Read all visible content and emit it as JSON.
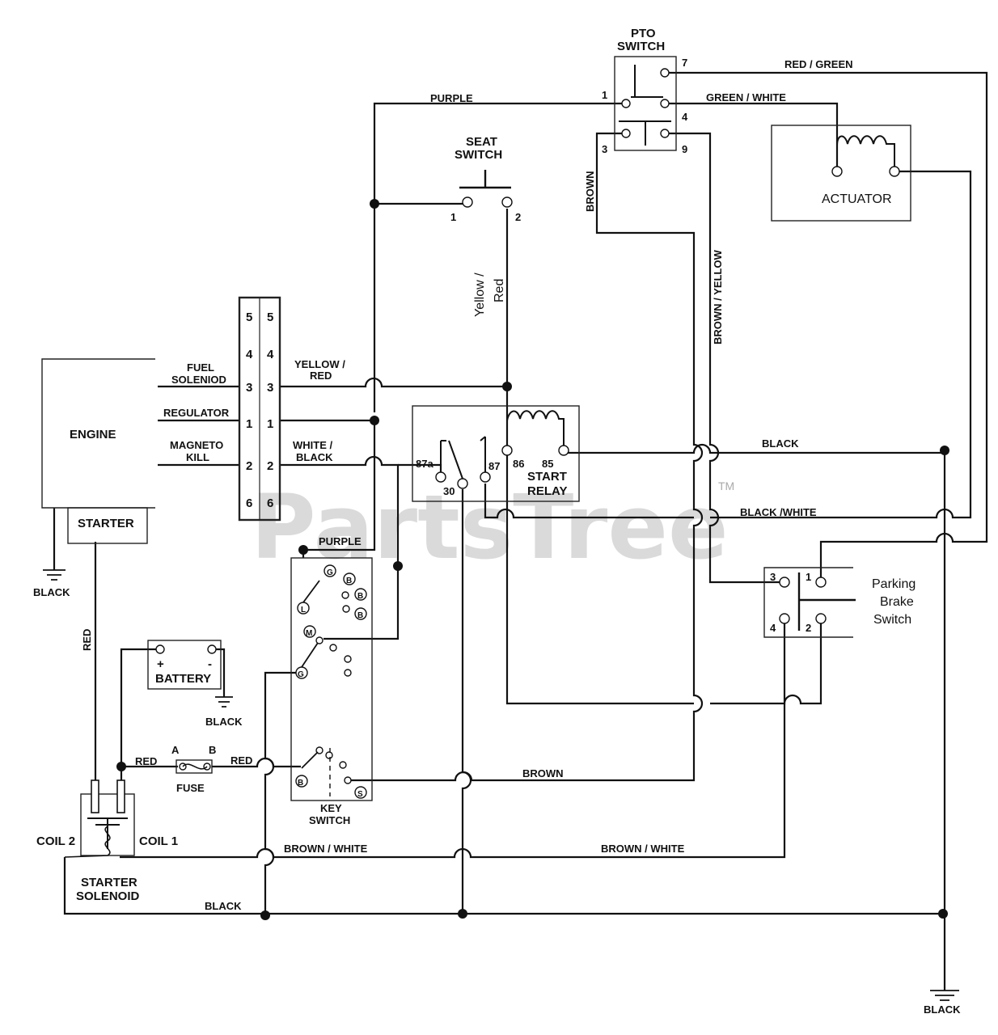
{
  "diagram": {
    "components": {
      "engine": "ENGINE",
      "starter": "STARTER",
      "battery": "BATTERY",
      "battery_plus": "+",
      "battery_minus": "-",
      "fuse": "FUSE",
      "fuse_a": "A",
      "fuse_b": "B",
      "starter_solenoid_1": "STARTER",
      "starter_solenoid_2": "SOLENOID",
      "coil1": "COIL 1",
      "coil2": "COIL 2",
      "key_switch_1": "KEY",
      "key_switch_2": "SWITCH",
      "seat_switch_1": "SEAT",
      "seat_switch_2": "SWITCH",
      "pto_switch_1": "PTO",
      "pto_switch_2": "SWITCH",
      "actuator": "ACTUATOR",
      "start_relay_1": "START",
      "start_relay_2": "RELAY",
      "parking_1": "Parking",
      "parking_2": "Brake",
      "parking_3": "Switch"
    },
    "engine_labels": {
      "fuel_1": "FUEL",
      "fuel_2": "SOLENIOD",
      "regulator": "REGULATOR",
      "magneto_1": "MAGNETO",
      "magneto_2": "KILL"
    },
    "connector_pins": [
      "5",
      "4",
      "3",
      "1",
      "2",
      "6"
    ],
    "relay_pins": {
      "p87a": "87a",
      "p30": "30",
      "p87": "87",
      "p86": "86",
      "p85": "85"
    },
    "pto_pins": {
      "p7": "7",
      "p1": "1",
      "p4": "4",
      "p3": "3",
      "p9": "9"
    },
    "seat_pins": {
      "p1": "1",
      "p2": "2"
    },
    "parking_pins": {
      "p3": "3",
      "p1": "1",
      "p4": "4",
      "p2": "2"
    },
    "key_terms": {
      "G": "G",
      "B": "B",
      "L": "L",
      "M": "M",
      "S": "S"
    },
    "wires": {
      "purple_top": "PURPLE",
      "purple_low": "PURPLE",
      "red_green": "RED / GREEN",
      "green_white": "GREEN / WHITE",
      "brown_v": "BROWN",
      "brown_yellow": "BROWN / YELLOW",
      "yellow_red_v1": "Yellow /",
      "yellow_red_v2": "Red",
      "yellow_red_1": "YELLOW /",
      "yellow_red_2": "RED",
      "white_black_1": "WHITE /",
      "white_black_2": "BLACK",
      "black_relay": "BLACK",
      "black_white_top": "BLACK /WHITE",
      "black_engine": "BLACK",
      "black_battery": "BLACK",
      "black_bottom": "BLACK",
      "black_ground": "BLACK",
      "red_v": "RED",
      "red_fuse_left": "RED",
      "red_fuse_right": "RED",
      "brown_bottom": "BROWN",
      "brown_white_left": "BROWN / WHITE",
      "brown_white_right": "BROWN / WHITE"
    },
    "watermark": "PartsTree",
    "watermark_tm": "TM"
  }
}
